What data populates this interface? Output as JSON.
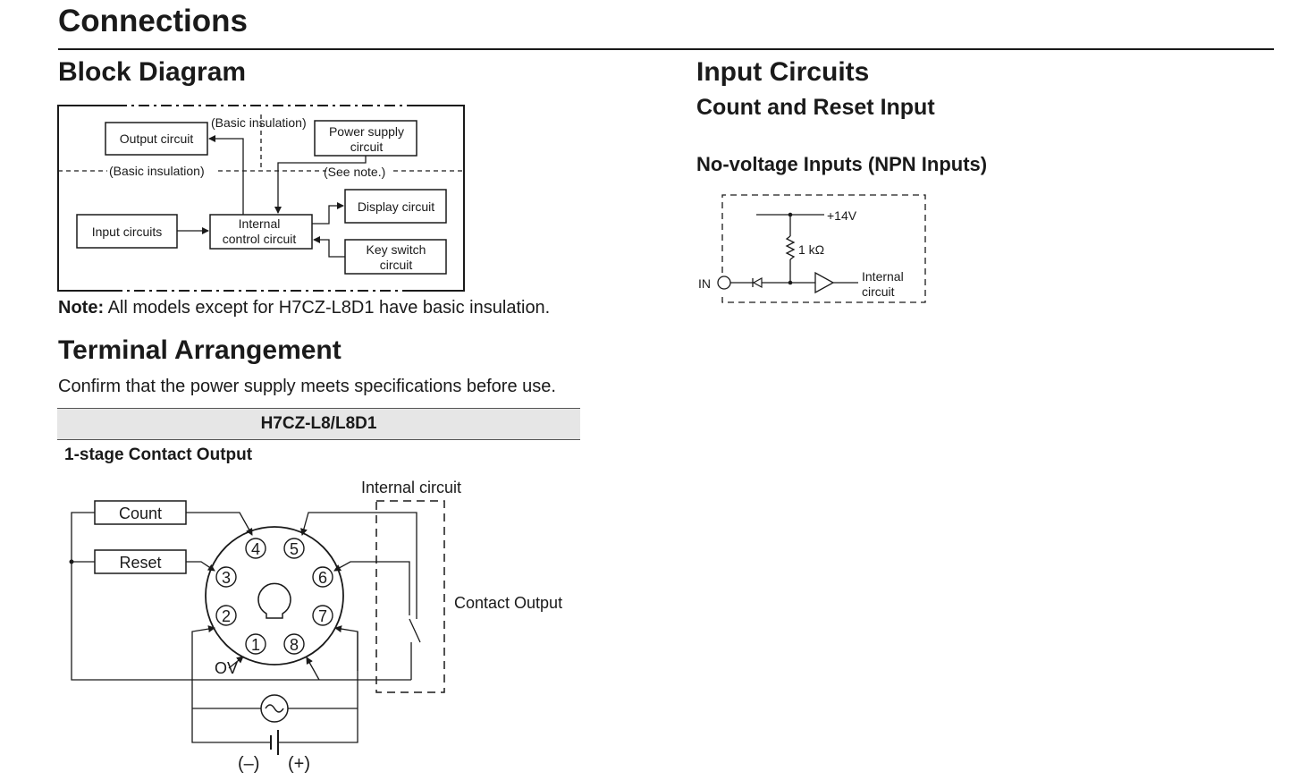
{
  "page": {
    "title": "Connections",
    "block_diagram": {
      "heading": "Block Diagram",
      "labels": {
        "output_circuit": "Output circuit",
        "power_supply_1": "Power supply",
        "power_supply_2": "circuit",
        "basic_insulation_top": "(Basic insulation)",
        "basic_insulation_mid": "(Basic insulation)",
        "see_note": "(See note.)",
        "display_circuit": "Display circuit",
        "input_circuits": "Input circuits",
        "internal_control_1": "Internal",
        "internal_control_2": "control circuit",
        "key_switch_1": "Key switch",
        "key_switch_2": "circuit"
      },
      "note_label": "Note:",
      "note_text": "All models except for H7CZ-L8D1 have basic insulation."
    },
    "terminal_arrangement": {
      "heading": "Terminal Arrangement",
      "description": "Confirm that the power supply meets specifications before use.",
      "model_band": "H7CZ-L8/L8D1",
      "subheading": "1-stage Contact Output",
      "labels": {
        "count": "Count",
        "reset": "Reset",
        "internal_circuit": "Internal circuit",
        "contact_output": "Contact Output",
        "ov": "OV",
        "minus": "(–)",
        "plus": "(+)",
        "pins": [
          "1",
          "2",
          "3",
          "4",
          "5",
          "6",
          "7",
          "8"
        ]
      }
    },
    "input_circuits": {
      "heading": "Input Circuits",
      "subheading": "Count and Reset Input",
      "section": "No-voltage Inputs (NPN Inputs)",
      "labels": {
        "voltage": "+14V",
        "resistor": "1 kΩ",
        "in": "IN",
        "internal_1": "Internal",
        "internal_2": "circuit"
      }
    }
  }
}
